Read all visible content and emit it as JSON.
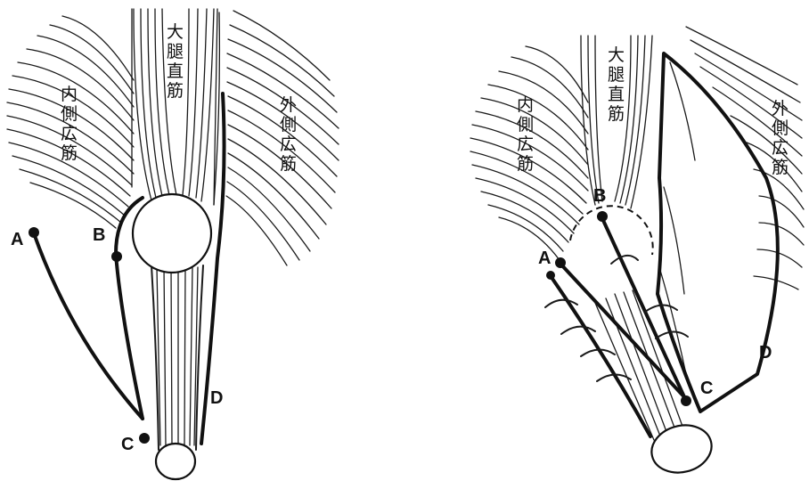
{
  "left_panel": {
    "rectus_label": [
      "大",
      "腿",
      "直",
      "筋"
    ],
    "medial_label": [
      "内",
      "側",
      "広",
      "筋"
    ],
    "lateral_label": [
      "外",
      "側",
      "広",
      "筋"
    ],
    "point_labels": {
      "a": "A",
      "b": "B",
      "c": "C",
      "d": "D"
    }
  },
  "right_panel": {
    "rectus_label": [
      "大",
      "腿",
      "直",
      "筋"
    ],
    "medial_label": [
      "内",
      "側",
      "広",
      "筋"
    ],
    "lateral_label": [
      "外",
      "側",
      "広",
      "筋"
    ],
    "point_labels": {
      "a": "A",
      "b": "B",
      "c": "C",
      "d": "D"
    }
  }
}
